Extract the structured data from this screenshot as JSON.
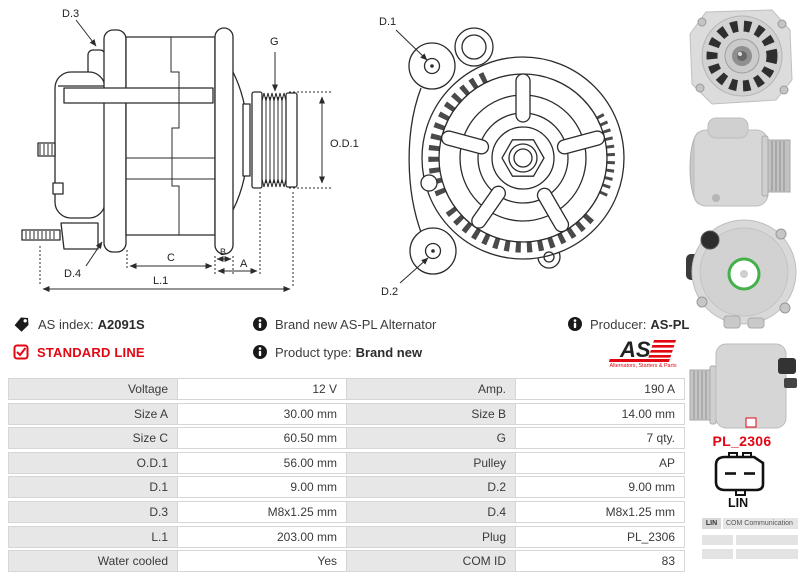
{
  "colors": {
    "accent_red": "#e30613",
    "table_label_bg": "#e7e7e7",
    "table_border": "#d6d6d6",
    "line_art": "#2b2b2b"
  },
  "side_view": {
    "d3": "D.3",
    "g": "G",
    "od1": "O.D.1",
    "d4": "D.4",
    "c": "C",
    "b": "B",
    "a": "A",
    "l1": "L.1"
  },
  "front_view": {
    "d1": "D.1",
    "d2": "D.2"
  },
  "info": {
    "as_index_label": "AS index:",
    "as_index_value": "A2091S",
    "standard_line_label": "STANDARD LINE",
    "brand_new_text": "Brand new AS-PL Alternator",
    "product_type_label": "Product type:",
    "product_type_value": "Brand new",
    "producer_label": "Producer:",
    "producer_value": "AS-PL",
    "logo_text": "AS",
    "logo_tagline": "Alternators, Starters & Parts"
  },
  "specs": {
    "rows": [
      {
        "l1": "Voltage",
        "v1": "12 V",
        "l2": "Amp.",
        "v2": "190 A"
      },
      {
        "l1": "Size A",
        "v1": "30.00 mm",
        "l2": "Size B",
        "v2": "14.00 mm"
      },
      {
        "l1": "Size C",
        "v1": "60.50 mm",
        "l2": "G",
        "v2": "7 qty."
      },
      {
        "l1": "O.D.1",
        "v1": "56.00 mm",
        "l2": "Pulley",
        "v2": "AP"
      },
      {
        "l1": "D.1",
        "v1": "9.00 mm",
        "l2": "D.2",
        "v2": "9.00 mm"
      },
      {
        "l1": "D.3",
        "v1": "M8x1.25 mm",
        "l2": "D.4",
        "v2": "M8x1.25 mm"
      },
      {
        "l1": "L.1",
        "v1": "203.00 mm",
        "l2": "Plug",
        "v2": "PL_2306"
      },
      {
        "l1": "Water cooled",
        "v1": "Yes",
        "l2": "COM ID",
        "v2": "83"
      }
    ]
  },
  "plug": {
    "name": "PL_2306",
    "pin_label": "LIN",
    "com_key": "LIN",
    "com_value": "COM Communication"
  }
}
